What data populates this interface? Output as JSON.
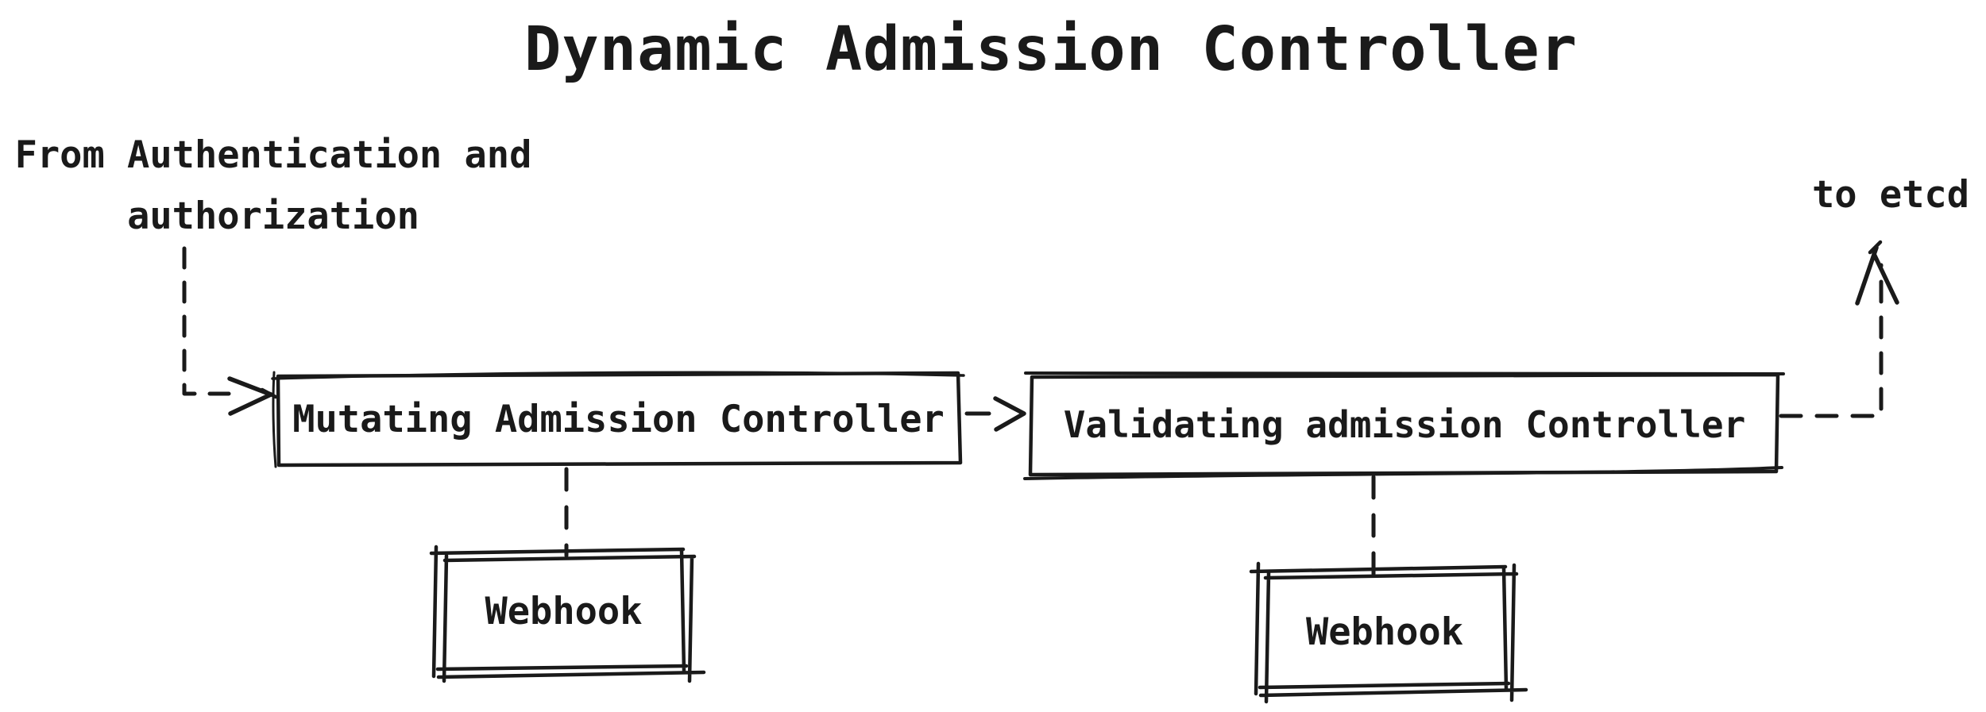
{
  "page": {
    "background_color": "#ffffff",
    "ink_color": "#1a1a1a"
  },
  "diagram": {
    "title": "Dynamic Admission Controller",
    "annotations": {
      "from_auth": "From Authentication and\nauthorization",
      "to_etcd": "to etcd"
    },
    "nodes": [
      {
        "id": "mutating",
        "label": "Mutating Admission Controller"
      },
      {
        "id": "validating",
        "label": "Validating admission Controller"
      },
      {
        "id": "webhook-left",
        "label": "Webhook"
      },
      {
        "id": "webhook-right",
        "label": "Webhook"
      }
    ],
    "edges": [
      {
        "from": "authentication-and-authorization",
        "to": "mutating",
        "style": "dashed-arrow"
      },
      {
        "from": "mutating",
        "to": "validating",
        "style": "arrow"
      },
      {
        "from": "validating",
        "to": "etcd",
        "style": "dashed-arrow"
      },
      {
        "from": "mutating",
        "to": "webhook-left",
        "style": "dashed-line"
      },
      {
        "from": "validating",
        "to": "webhook-right",
        "style": "dashed-line"
      }
    ]
  }
}
